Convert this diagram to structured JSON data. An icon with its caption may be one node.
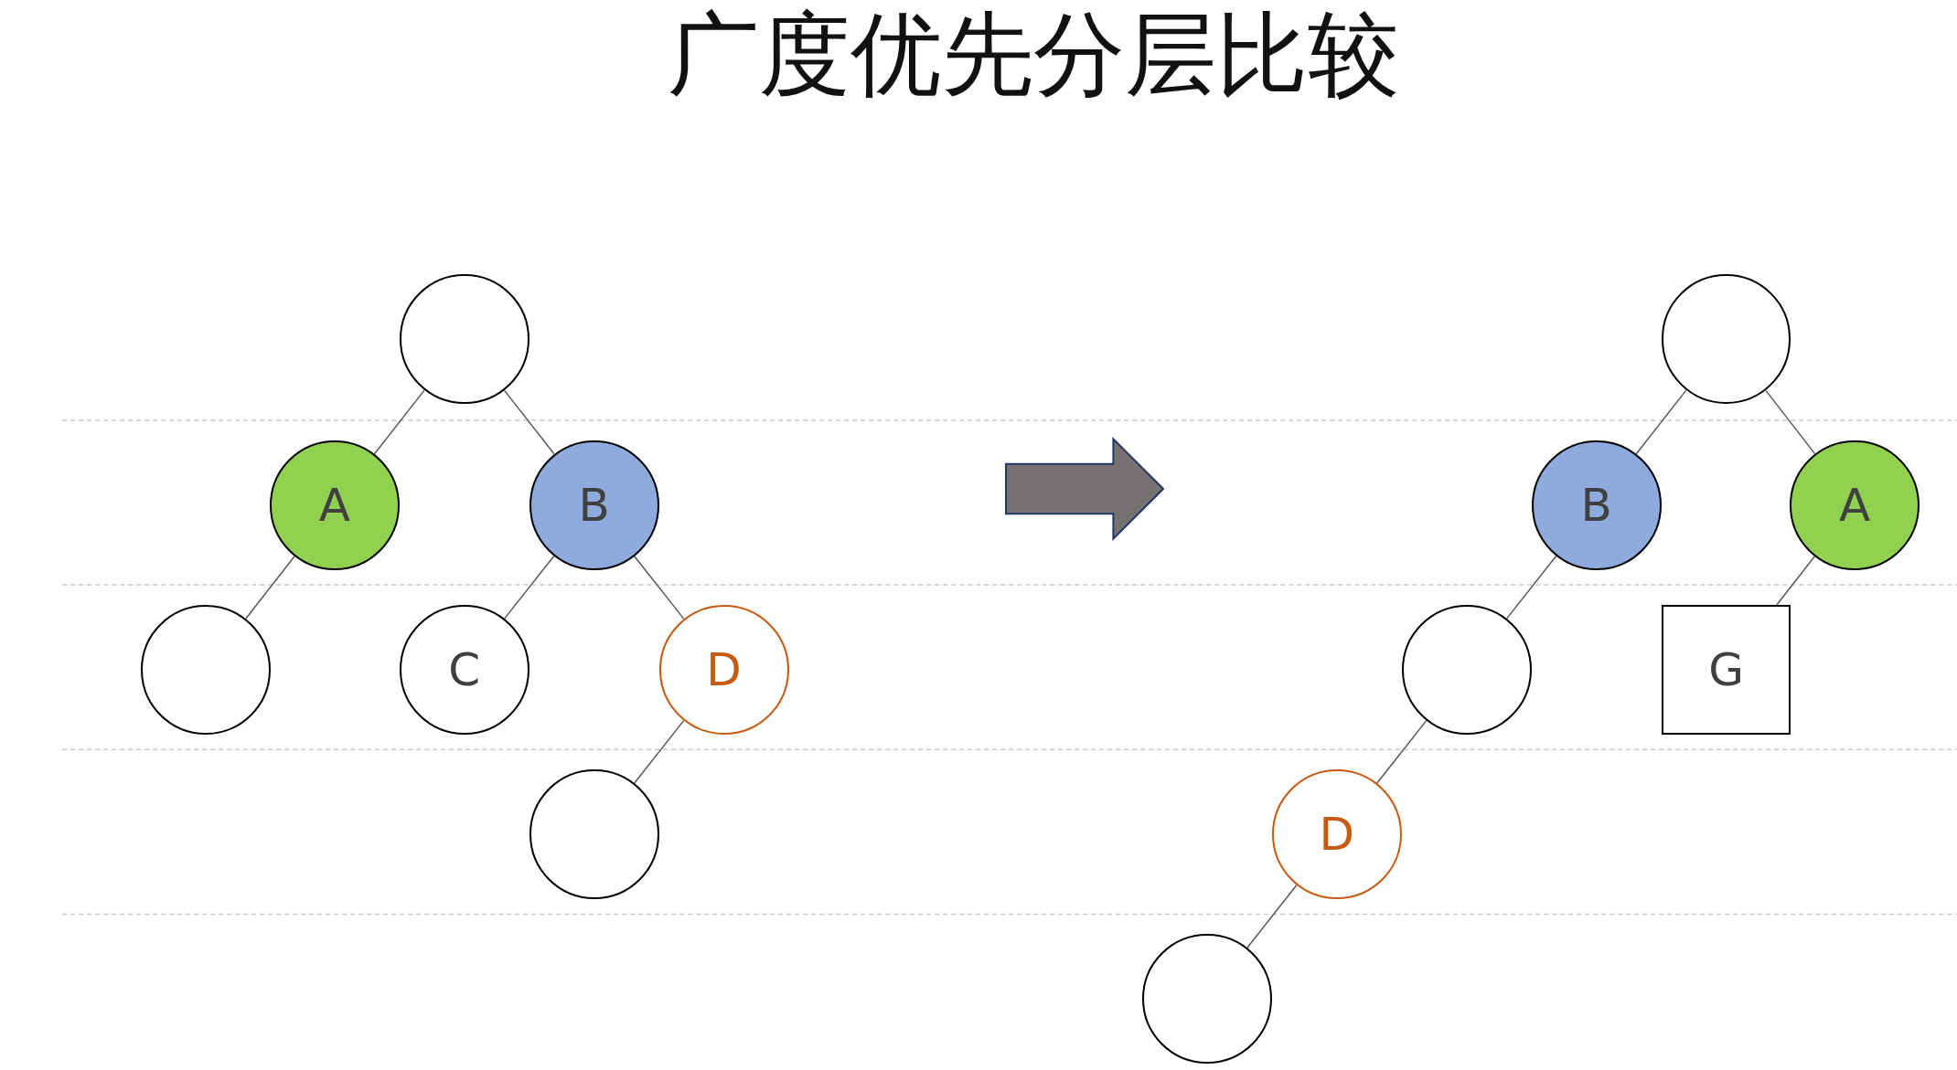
{
  "diagram": {
    "title": "广度优先分层比较",
    "nodes": [
      {
        "text": [],
        "shape": "circle"
      },
      {
        "text": [
          "A"
        ]
      },
      {
        "text": [
          "B"
        ]
      },
      {
        "text": [],
        "shape": "circle"
      },
      {
        "text": [
          "C"
        ]
      },
      {
        "text": [
          "D"
        ]
      },
      {
        "text": [],
        "shape": "circle"
      },
      {
        "text": [],
        "shape": "circle"
      },
      {
        "text": [
          "B"
        ]
      },
      {
        "text": [
          "A"
        ]
      },
      {
        "text": [],
        "shape": "circle"
      },
      {
        "text": [
          "G"
        ]
      },
      {
        "text": [
          "D"
        ]
      },
      {
        "text": [],
        "shape": "circle"
      }
    ],
    "edges": [
      {
        "from": 0,
        "to": 1,
        "arrow": "none"
      },
      {
        "from": 0,
        "to": 2,
        "arrow": "none"
      },
      {
        "from": 1,
        "to": 3,
        "arrow": "none"
      },
      {
        "from": 2,
        "to": 4,
        "arrow": "none"
      },
      {
        "from": 2,
        "to": 5,
        "arrow": "none"
      },
      {
        "from": 5,
        "to": 6,
        "arrow": "none"
      },
      {
        "from": 7,
        "to": 8,
        "arrow": "none"
      },
      {
        "from": 7,
        "to": 9,
        "arrow": "none"
      },
      {
        "from": 8,
        "to": 10,
        "arrow": "none"
      },
      {
        "from": 9,
        "to": 11,
        "arrow": "none"
      },
      {
        "from": 10,
        "to": 12,
        "arrow": "none"
      },
      {
        "from": 12,
        "to": 13,
        "arrow": "none"
      }
    ]
  }
}
